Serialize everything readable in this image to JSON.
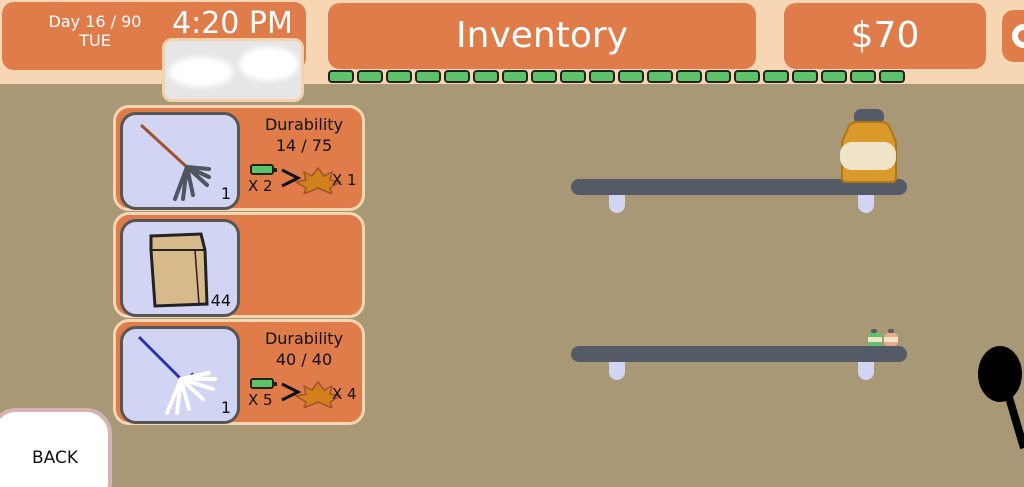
{
  "hud": {
    "day": "Day 16 / 90",
    "weekday": "TUE",
    "time": "4:20 PM",
    "money": "$70"
  },
  "title": "Inventory",
  "energy": {
    "filled_cells": 20,
    "total_cells": 20
  },
  "inventory": [
    {
      "item": "rake",
      "count": "1",
      "durability_label": "Durability",
      "durability": "14 / 75",
      "recipe_energy": "X 2",
      "recipe_leaves": "X 1"
    },
    {
      "item": "paper-bag",
      "count": "44"
    },
    {
      "item": "leaf-blower-rake",
      "count": "1",
      "durability_label": "Durability",
      "durability": "40 / 40",
      "recipe_energy": "X 5",
      "recipe_leaves": "X 4"
    }
  ],
  "back_label": "BACK",
  "colors": {
    "background": "#a99876",
    "topbar": "#f6d6b3",
    "accent": "#e07b4a",
    "slot": "#d2d4f3",
    "energy": "#5cc36b"
  }
}
